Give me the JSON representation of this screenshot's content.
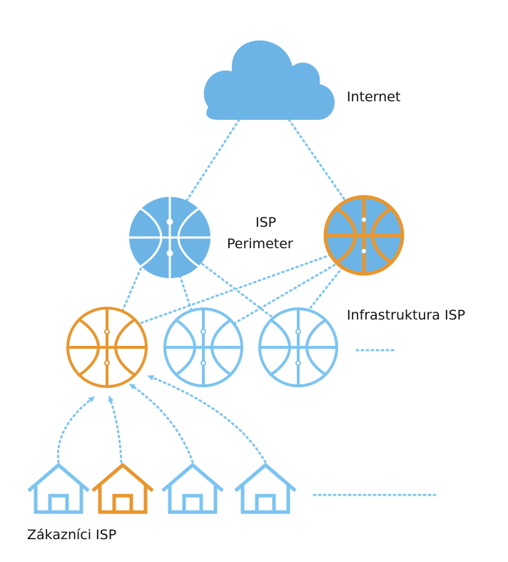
{
  "labels": {
    "internet": "Internet",
    "perimeter_line1": "ISP",
    "perimeter_line2": "Perimeter",
    "infrastructure": "Infrastruktura ISP",
    "customers": "Zákazníci ISP"
  },
  "colors": {
    "blue_fill": "#6cb4e6",
    "blue_line": "#7cc4f0",
    "orange": "#e8962e",
    "text": "#111111",
    "white": "#ffffff"
  },
  "icons": {
    "cloud": "cloud-icon",
    "router": "router-icon",
    "house": "house-icon"
  }
}
